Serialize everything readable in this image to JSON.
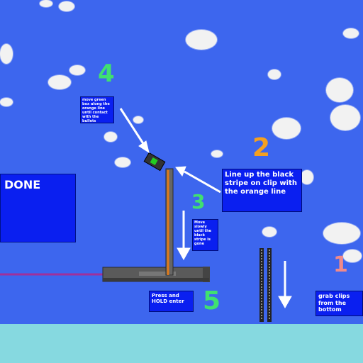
{
  "scene": {
    "colors": {
      "sky": "#3d66ee",
      "ground": "#86d9e0",
      "panel": "#0a1ff0",
      "orange": "#e07a1a"
    },
    "done_label": "DONE",
    "steps": [
      {
        "number": "1",
        "color": "#f08a8a",
        "text": "grab clips from the bottom"
      },
      {
        "number": "2",
        "color": "#f5a020",
        "text": "Line up the black stripe on clip with the orange line"
      },
      {
        "number": "3",
        "color": "#40e070",
        "text": "Move slowly until the black stripe is gone"
      },
      {
        "number": "4",
        "color": "#40e070",
        "text": "move green box along the orange line until contact with the bullets"
      },
      {
        "number": "5",
        "color": "#40e070",
        "text": "Press and HOLD enter"
      }
    ]
  }
}
